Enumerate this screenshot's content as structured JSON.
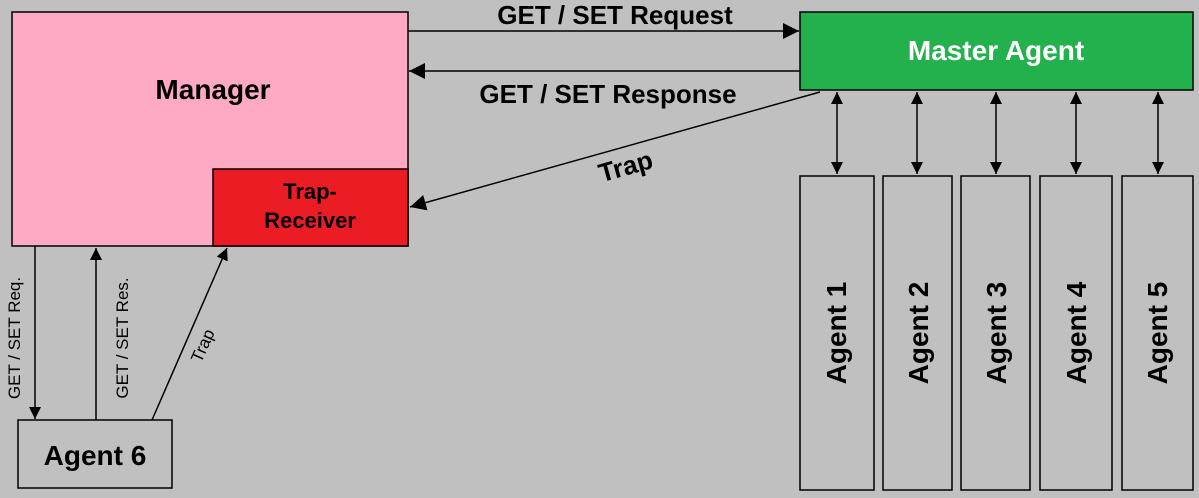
{
  "nodes": {
    "manager": "Manager",
    "trap_receiver_line1": "Trap-",
    "trap_receiver_line2": "Receiver",
    "master_agent": "Master Agent",
    "agent6": "Agent 6",
    "agents": [
      "Agent 1",
      "Agent 2",
      "Agent 3",
      "Agent 4",
      "Agent 5"
    ]
  },
  "edges": {
    "get_set_request": "GET / SET Request",
    "get_set_response": "GET / SET Response",
    "trap_master": "Trap",
    "agent6_req": "GET / SET Req.",
    "agent6_res": "GET / SET Res.",
    "agent6_trap": "Trap"
  },
  "colors": {
    "background": "#c0c0c0",
    "manager": "#ffaac4",
    "trap_receiver": "#ec1c24",
    "master_agent": "#22b14c",
    "agent_box": "#c0c0c0"
  }
}
